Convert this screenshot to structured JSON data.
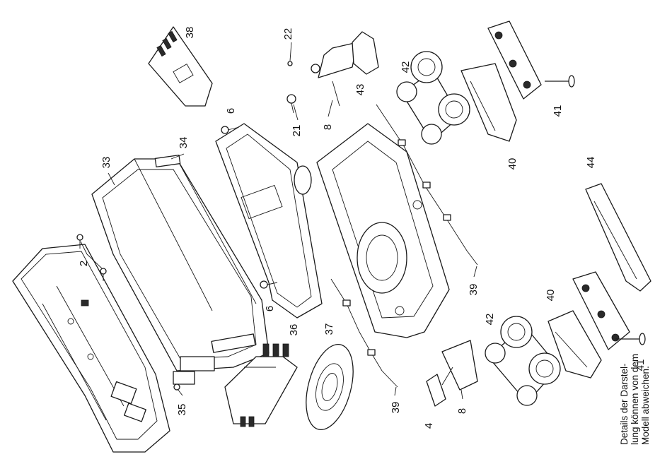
{
  "note": {
    "lines": [
      "Details der Darstel-",
      "lung können von dem",
      "Modell abweichen."
    ]
  },
  "parts": [
    {
      "id": "p2a",
      "label": "2"
    },
    {
      "id": "p4",
      "label": "4"
    },
    {
      "id": "p6a",
      "label": "6"
    },
    {
      "id": "p6b",
      "label": "6"
    },
    {
      "id": "p8a",
      "label": "8"
    },
    {
      "id": "p8b",
      "label": "8"
    },
    {
      "id": "p21",
      "label": "21"
    },
    {
      "id": "p22",
      "label": "22"
    },
    {
      "id": "p33",
      "label": "33"
    },
    {
      "id": "p34",
      "label": "34"
    },
    {
      "id": "p35",
      "label": "35"
    },
    {
      "id": "p36",
      "label": "36"
    },
    {
      "id": "p37",
      "label": "37"
    },
    {
      "id": "p38",
      "label": "38"
    },
    {
      "id": "p39a",
      "label": "39"
    },
    {
      "id": "p39b",
      "label": "39"
    },
    {
      "id": "p40a",
      "label": "40"
    },
    {
      "id": "p40b",
      "label": "40"
    },
    {
      "id": "p41a",
      "label": "41"
    },
    {
      "id": "p41b",
      "label": "41"
    },
    {
      "id": "p42a",
      "label": "42"
    },
    {
      "id": "p42b",
      "label": "42"
    },
    {
      "id": "p43",
      "label": "43"
    },
    {
      "id": "p44",
      "label": "44"
    }
  ]
}
